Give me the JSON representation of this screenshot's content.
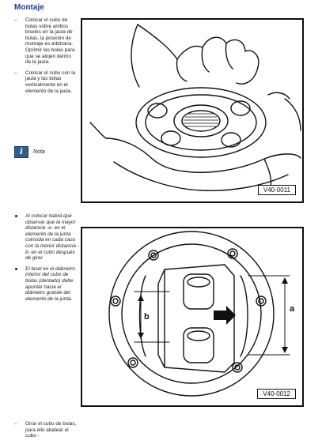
{
  "heading": "Montaje",
  "steps": [
    {
      "mark": "–",
      "text": "Colocar el cubo de bolas sobre ambos biseles en la jaula de bolas, la posición de montaje es arbitraria. Oprimir las bolas para que se alojen dentro de la jaula."
    },
    {
      "mark": "–",
      "text": "Colocar el cubo con la jaula y las bolas verticalmente en el elemento de la jaula."
    }
  ],
  "note": {
    "icon": "info-icon",
    "icon_glyph": "i",
    "label": "Nota"
  },
  "bullets": [
    "Al colocar habrá que observar que la mayor distancia -a- en el elemento de la junta coincida en cada caso con la menor distancia -b- en el cubo después de girar.",
    "El bisel en el diámetro interior del cubo de bolas (dentado) debe apuntar hacia el diámetro grande del elemento de la junta."
  ],
  "bottom_step": {
    "mark": "–",
    "text": "Girar el cubo de bolas, para ello abatear el cubo -"
  },
  "figures": [
    {
      "code": "V40-0011"
    },
    {
      "code": "V40-0012",
      "label_a": "a",
      "label_b": "b"
    }
  ]
}
